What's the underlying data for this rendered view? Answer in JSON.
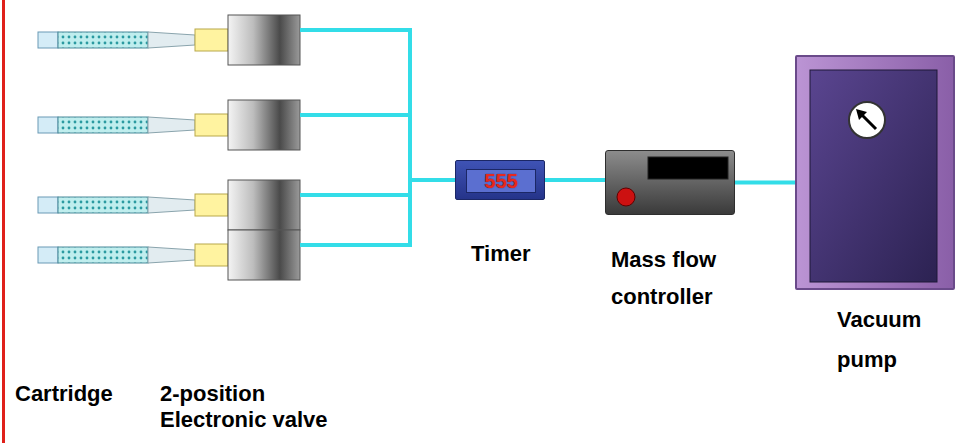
{
  "diagram": {
    "nodes": [
      {
        "text": [
          "555",
          "Timer"
        ]
      },
      {
        "text": [
          "Mass flow controller"
        ]
      },
      {
        "text": [
          "Vacuum pump"
        ]
      }
    ],
    "edges": [
      {
        "from": 0,
        "to": 1,
        "arrow": "none"
      },
      {
        "from": 1,
        "to": 2,
        "arrow": "none"
      }
    ],
    "labels": [
      "Cartridge",
      "2-position Electronic valve"
    ]
  }
}
